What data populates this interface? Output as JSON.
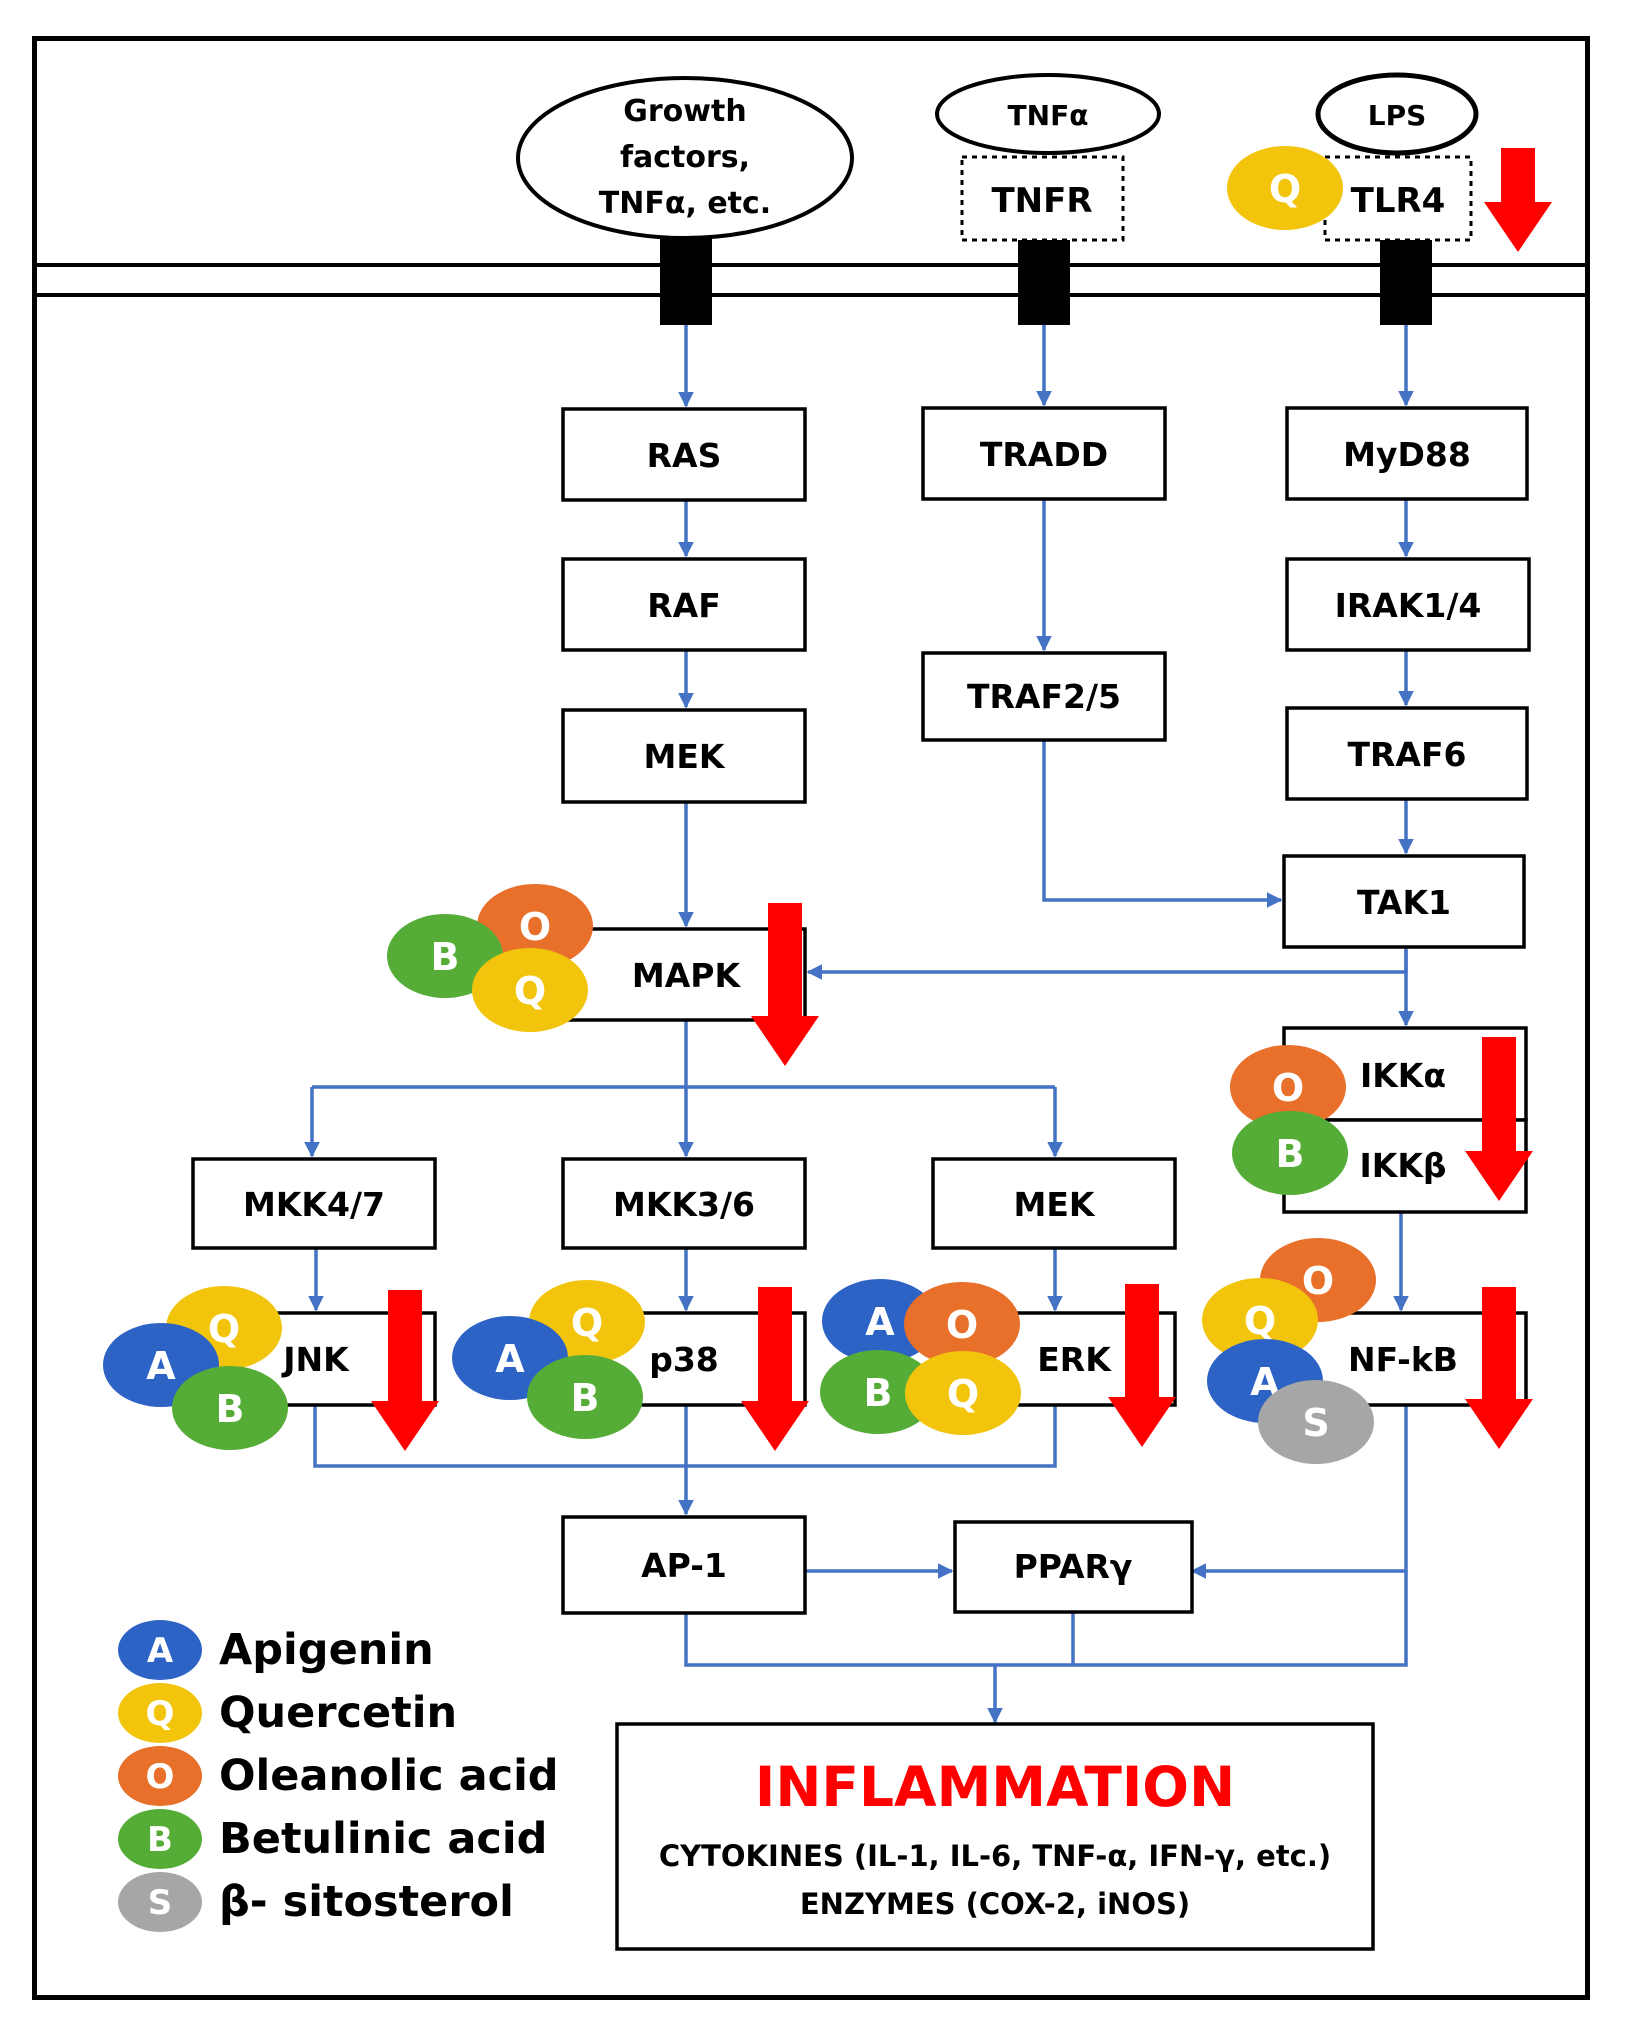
{
  "ligands": {
    "growth": [
      "Growth",
      "factors,",
      "TNFα, etc."
    ],
    "tnfa": "TNFα",
    "lps": "LPS"
  },
  "receptors": {
    "tnfr": "TNFR",
    "tlr4": "TLR4"
  },
  "nodes": {
    "ras": "RAS",
    "raf": "RAF",
    "mek1": "MEK",
    "mapk": "MAPK",
    "tradd": "TRADD",
    "traf25": "TRAF2/5",
    "myd88": "MyD88",
    "irak": "IRAK1/4",
    "traf6": "TRAF6",
    "tak1": "TAK1",
    "ikka": "IKKα",
    "ikkb": "IKKβ",
    "mkk47": "MKK4/7",
    "mkk36": "MKK3/6",
    "mek2": "MEK",
    "jnk": "JNK",
    "p38": "p38",
    "erk": "ERK",
    "nfkb": "NF-kB",
    "ap1": "AP-1",
    "pparg": "PPARγ"
  },
  "outcome": {
    "title": "INFLAMMATION",
    "line1": "CYTOKINES (IL-1, IL-6, TNF-α, IFN-γ, etc.)",
    "line2": "ENZYMES (COX-2, iNOS)"
  },
  "compounds": {
    "A": {
      "letter": "A",
      "color": "#2e63c6"
    },
    "Q": {
      "letter": "Q",
      "color": "#f2c40c"
    },
    "O": {
      "letter": "O",
      "color": "#e8702a"
    },
    "B": {
      "letter": "B",
      "color": "#55ad37"
    },
    "S": {
      "letter": "S",
      "color": "#a6a6a6"
    }
  },
  "legend": [
    {
      "letter": "A",
      "label": "Apigenin"
    },
    {
      "letter": "Q",
      "label": "Quercetin"
    },
    {
      "letter": "O",
      "label": "Oleanolic acid"
    },
    {
      "letter": "B",
      "label": "Betulinic acid"
    },
    {
      "letter": "S",
      "label": "β- sitosterol"
    }
  ],
  "colors": {
    "arrow": "#4472c4",
    "inhibition_arrow": "#ff0000",
    "title_red": "#ff0000"
  }
}
